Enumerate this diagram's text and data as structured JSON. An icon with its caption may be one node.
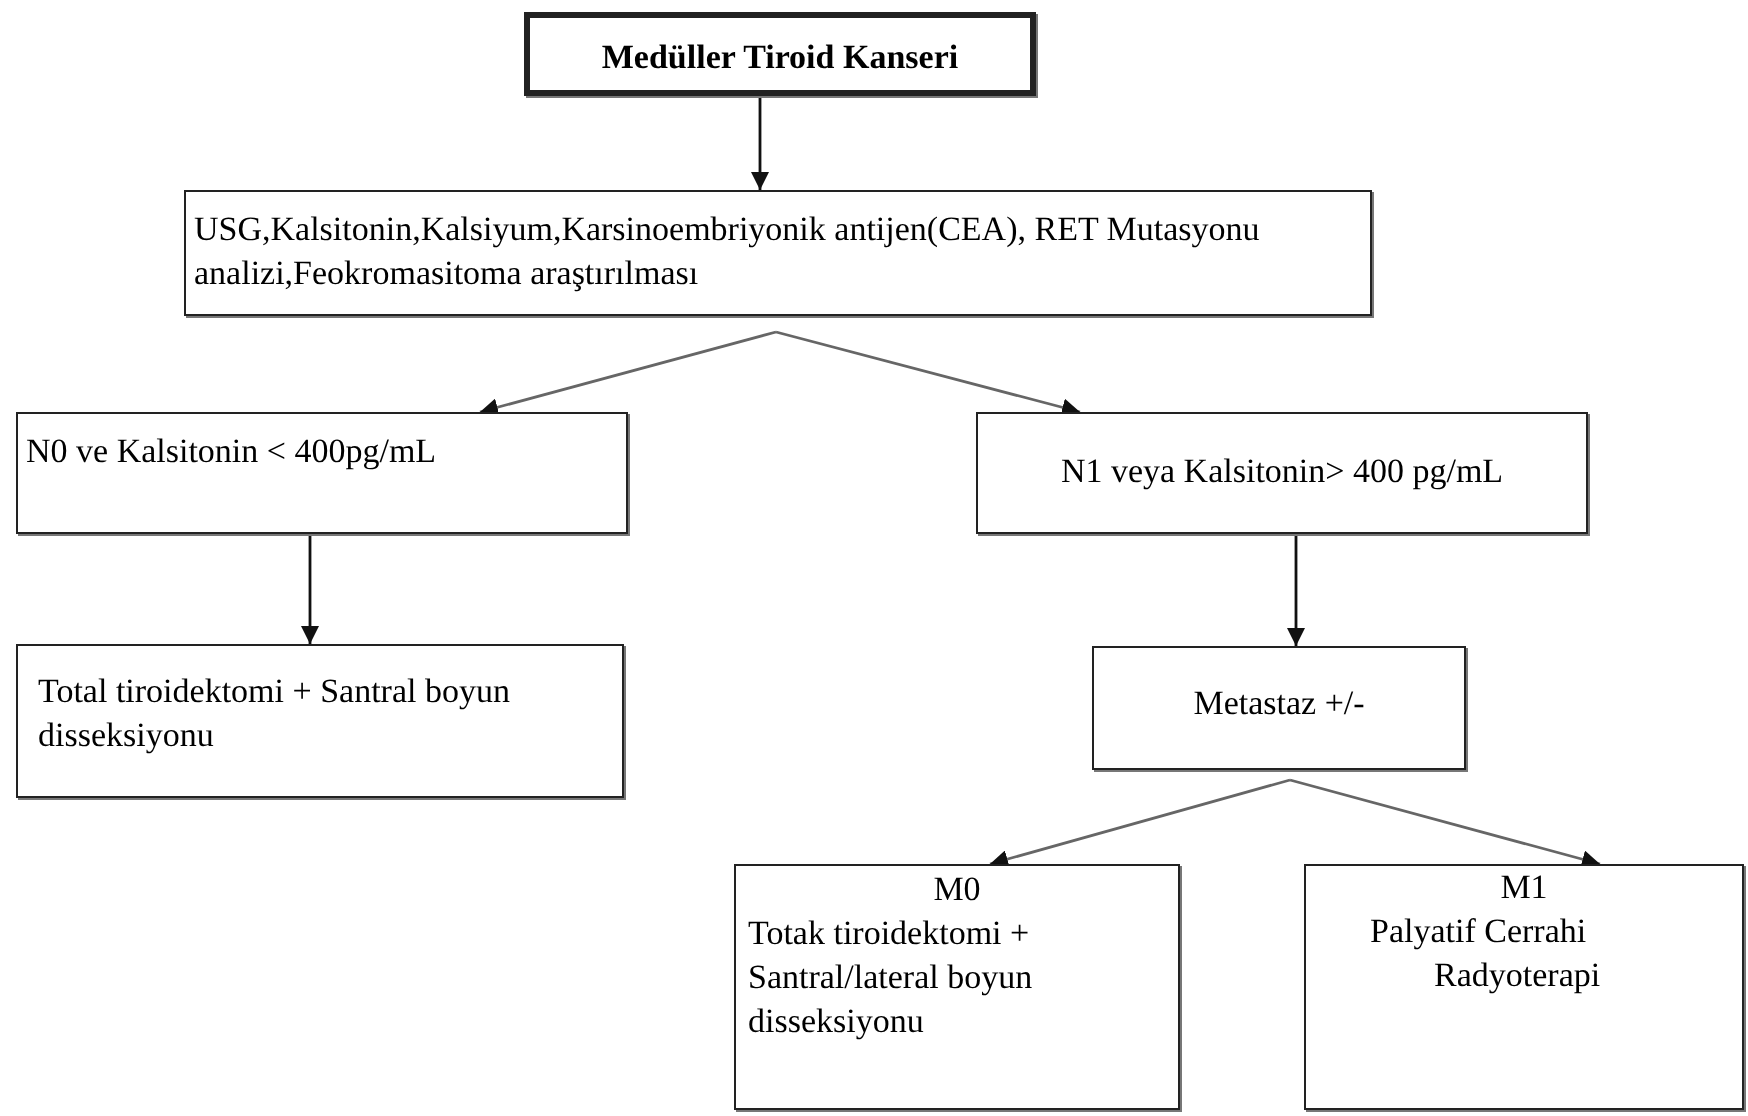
{
  "diagram": {
    "nodes": [
      {
        "text": [
          "Medüller Tiroid Kanseri"
        ]
      },
      {
        "text": [
          "USG,Kalsitonin,Kalsiyum,Karsinoembriyonik antijen(CEA), RET Mutasyonu analizi,Feokromasitoma araştırılması"
        ]
      },
      {
        "text": [
          "N0 ve Kalsitonin < 400pg/mL"
        ]
      },
      {
        "text": [
          "N1 veya Kalsitonin> 400 pg/mL"
        ]
      },
      {
        "text": [
          "Total tiroidektomi  + Santral boyun disseksiyonu"
        ]
      },
      {
        "text": [
          "Metastaz +/-"
        ]
      },
      {
        "text": [
          "M0",
          "Totak tiroidektomi + Santral/lateral boyun disseksiyonu"
        ]
      },
      {
        "text": [
          "M1",
          "Palyatif Cerrahi",
          "Radyoterapi"
        ]
      }
    ],
    "edges": [
      {
        "from": 0,
        "to": 1,
        "arrow": "to"
      },
      {
        "from": 1,
        "to": 2,
        "arrow": "to"
      },
      {
        "from": 1,
        "to": 3,
        "arrow": "to"
      },
      {
        "from": 2,
        "to": 4,
        "arrow": "to"
      },
      {
        "from": 3,
        "to": 5,
        "arrow": "to"
      },
      {
        "from": 5,
        "to": 6,
        "arrow": "to"
      },
      {
        "from": 5,
        "to": 7,
        "arrow": "to"
      }
    ]
  }
}
